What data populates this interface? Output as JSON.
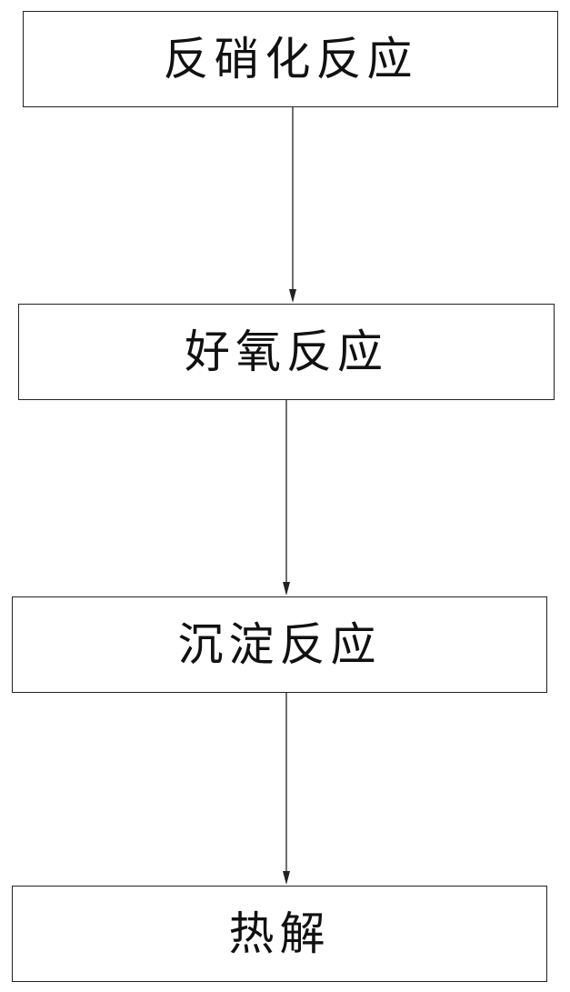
{
  "diagram": {
    "steps": [
      {
        "id": "denitrification",
        "label": "反硝化反应"
      },
      {
        "id": "aerobic",
        "label": "好氧反应"
      },
      {
        "id": "precipitation",
        "label": "沉淀反应"
      },
      {
        "id": "pyrolysis",
        "label": "热解"
      }
    ],
    "edges": [
      {
        "from": "denitrification",
        "to": "aerobic"
      },
      {
        "from": "aerobic",
        "to": "precipitation"
      },
      {
        "from": "precipitation",
        "to": "pyrolysis"
      }
    ],
    "colors": {
      "stroke": "#222222",
      "text": "#111111",
      "background": "#ffffff"
    }
  }
}
